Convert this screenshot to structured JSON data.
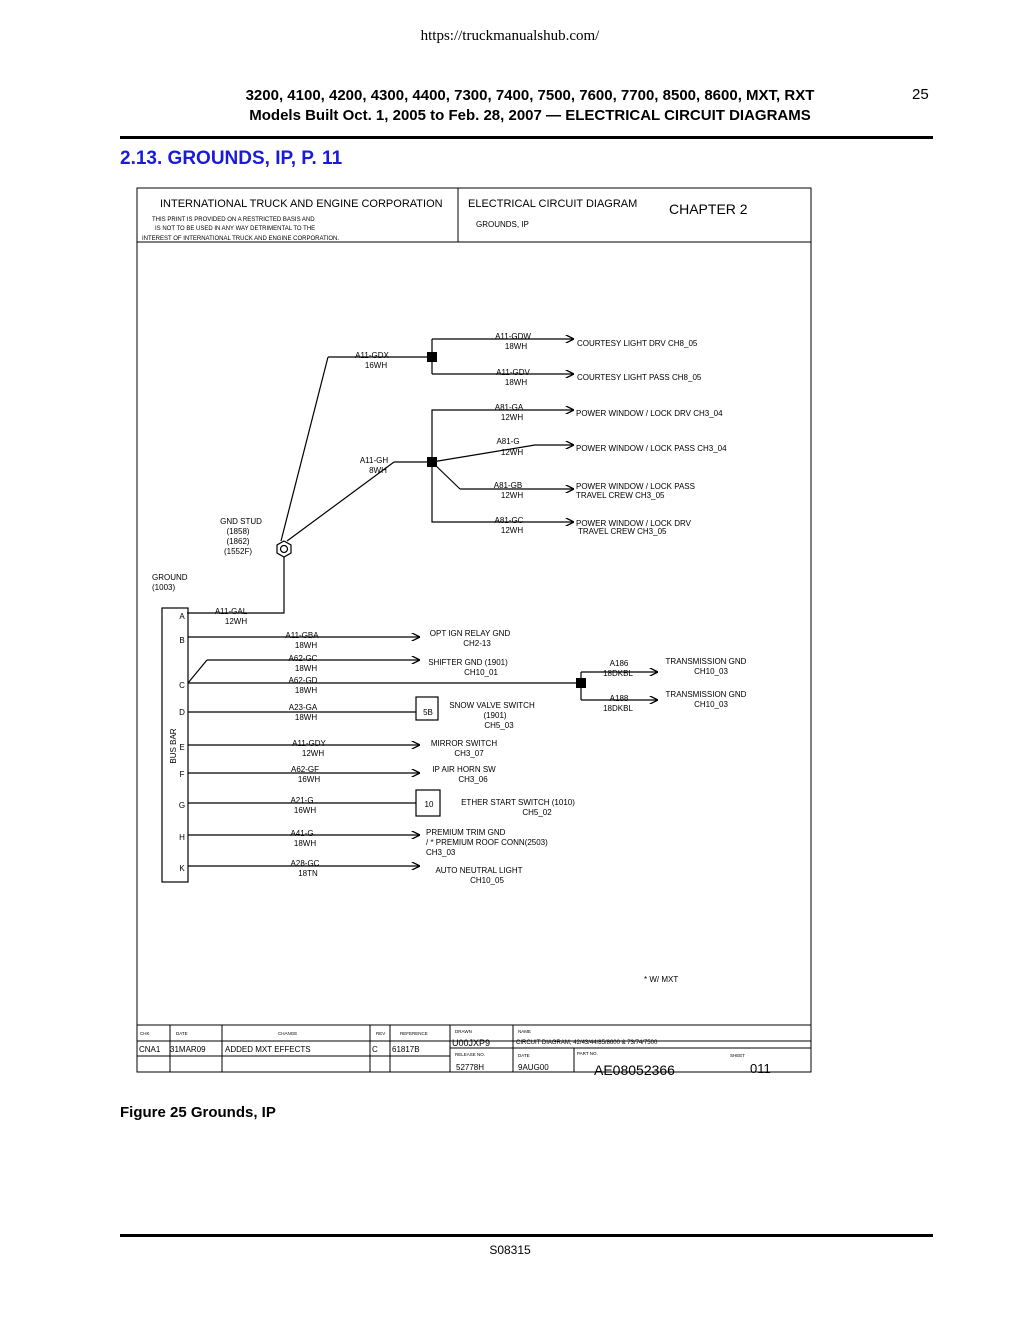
{
  "page": {
    "url": "https://truckmanualshub.com/",
    "header_line1": "3200, 4100, 4200, 4300, 4400, 7300, 7400, 7500, 7600, 7700, 8500, 8600, MXT, RXT",
    "header_line2": "Models Built Oct. 1, 2005 to Feb. 28, 2007 — ELECTRICAL CIRCUIT DIAGRAMS",
    "page_number": "25",
    "section_title": "2.13.  GROUNDS, IP, P. 11",
    "figure_caption": "Figure 25    Grounds, IP",
    "footer_code": "S08315"
  },
  "title_block": {
    "company": "INTERNATIONAL TRUCK AND ENGINE CORPORATION",
    "notice1": "THIS PRINT IS PROVIDED ON A RESTRICTED BASIS AND",
    "notice2": "IS NOT TO BE USED IN ANY WAY DETRIMENTAL TO THE",
    "notice3": "INTEREST OF INTERNATIONAL TRUCK AND ENGINE CORPORATION.",
    "diagram_type": "ELECTRICAL CIRCUIT DIAGRAM",
    "diagram_name": "GROUNDS,  IP",
    "chapter": "CHAPTER 2"
  },
  "upper": {
    "a11_gdx": {
      "id": "A11-GDX",
      "gauge": "16WH"
    },
    "a11_gdw": {
      "id": "A11-GDW",
      "gauge": "18WH",
      "dest": "COURTESY LIGHT DRV CH8_05"
    },
    "a11_gdv": {
      "id": "A11-GDV",
      "gauge": "18WH",
      "dest": "COURTESY LIGHT PASS CH8_05"
    },
    "a11_gh": {
      "id": "A11-GH",
      "gauge": "8WH"
    },
    "a81_ga": {
      "id": "A81-GA",
      "gauge": "12WH",
      "dest": "POWER WINDOW / LOCK DRV CH3_04"
    },
    "a81_g": {
      "id": "A81-G",
      "gauge": "12WH",
      "dest": "POWER WINDOW / LOCK PASS CH3_04"
    },
    "a81_gb": {
      "id": "A81-GB",
      "gauge": "12WH",
      "dest1": "POWER WINDOW / LOCK PASS",
      "dest2": "TRAVEL CREW CH3_05"
    },
    "a81_gc": {
      "id": "A81-GC",
      "gauge": "12WH",
      "dest1": "POWER WINDOW / LOCK DRV",
      "dest2": "TRAVEL CREW CH3_05"
    },
    "gnd_stud": {
      "l1": "GND STUD",
      "l2": "(1858)",
      "l3": "(1862)",
      "l4": "(1552F)"
    },
    "ground": {
      "l1": "GROUND",
      "l2": "(1003)"
    }
  },
  "bus_bar": {
    "label": "BUS BAR",
    "letters": [
      "A",
      "B",
      "C",
      "D",
      "E",
      "F",
      "G",
      "H",
      "K"
    ]
  },
  "lower": {
    "a11_gal": {
      "id": "A11-GAL",
      "gauge": "12WH"
    },
    "a11_gba": {
      "id": "A11-GBA",
      "gauge": "18WH",
      "dest1": "OPT IGN RELAY GND",
      "dest2": "CH2-13"
    },
    "a62_gc": {
      "id": "A62-GC",
      "gauge": "18WH",
      "dest1": "SHIFTER GND (1901)",
      "dest2": "CH10_01"
    },
    "a62_gd": {
      "id": "A62-GD",
      "gauge": "18WH"
    },
    "a186": {
      "id": "A186",
      "gauge": "18DKBL",
      "dest1": "TRANSMISSION GND",
      "dest2": "CH10_03"
    },
    "a188": {
      "id": "A188",
      "gauge": "18DKBL",
      "dest1": "TRANSMISSION GND",
      "dest2": "CH10_03"
    },
    "a23_ga": {
      "id": "A23-GA",
      "gauge": "18WH",
      "conn": "5B",
      "dest1": "SNOW VALVE SWITCH",
      "dest2": "(1901)",
      "dest3": "CH5_03"
    },
    "a11_gdy": {
      "id": "A11-GDY",
      "gauge": "12WH",
      "dest1": "MIRROR SWITCH",
      "dest2": "CH3_07"
    },
    "a62_gf": {
      "id": "A62-GF",
      "gauge": "16WH",
      "dest1": "IP AIR HORN SW",
      "dest2": "CH3_06"
    },
    "a21_g": {
      "id": "A21-G",
      "gauge": "16WH",
      "conn": "10",
      "dest1": "ETHER START SWITCH (1010)",
      "dest2": "CH5_02"
    },
    "a41_g": {
      "id": "A41-G",
      "gauge": "18WH",
      "dest1": "PREMIUM TRIM GND",
      "dest2": "/ * PREMIUM ROOF CONN(2503)",
      "dest3": "CH3_03"
    },
    "a28_gc": {
      "id": "A28-GC",
      "gauge": "18TN",
      "dest1": "AUTO NEUTRAL LIGHT",
      "dest2": "CH10_05"
    },
    "note": "* W/ MXT"
  },
  "revision_block": {
    "h_chk": "CHK",
    "h_date": "DATE",
    "h_change": "CHANGE",
    "h_rev": "REV",
    "h_ref": "REFERENCE",
    "h_drawn": "DRAWN",
    "h_name": "NAME",
    "h_release": "RELEASE NO.",
    "h_date2": "DATE",
    "h_part": "PART NO.",
    "h_sheet": "SHEET",
    "chk": "CNA1",
    "date": "31MAR09",
    "change": "ADDED MXT EFFECTS",
    "rev": "C",
    "ref": "61817B",
    "drawn": "U00JXP9",
    "name": "CIRCUIT DIAGRAM, 42/43/44/85/8600 & 73/74/7500",
    "release": "52778H",
    "date2": "9AUG00",
    "part": "AE08052366",
    "sheet": "011"
  }
}
